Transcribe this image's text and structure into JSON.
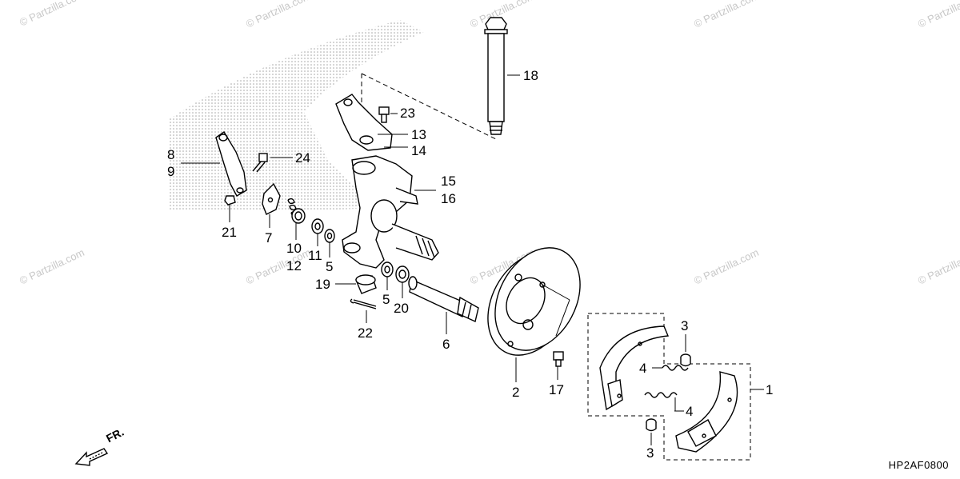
{
  "watermark": "© Partzilla.com",
  "callouts": [
    {
      "id": "1",
      "text": "1"
    },
    {
      "id": "2",
      "text": "2"
    },
    {
      "id": "3a",
      "text": "3"
    },
    {
      "id": "3b",
      "text": "3"
    },
    {
      "id": "4a",
      "text": "4"
    },
    {
      "id": "4b",
      "text": "4"
    },
    {
      "id": "5a",
      "text": "5"
    },
    {
      "id": "5b",
      "text": "5"
    },
    {
      "id": "6",
      "text": "6"
    },
    {
      "id": "7",
      "text": "7"
    },
    {
      "id": "8",
      "text": "8"
    },
    {
      "id": "9",
      "text": "9"
    },
    {
      "id": "10",
      "text": "10"
    },
    {
      "id": "11",
      "text": "11"
    },
    {
      "id": "12",
      "text": "12"
    },
    {
      "id": "13",
      "text": "13"
    },
    {
      "id": "14",
      "text": "14"
    },
    {
      "id": "15",
      "text": "15"
    },
    {
      "id": "16",
      "text": "16"
    },
    {
      "id": "17",
      "text": "17"
    },
    {
      "id": "18",
      "text": "18"
    },
    {
      "id": "19",
      "text": "19"
    },
    {
      "id": "20",
      "text": "20"
    },
    {
      "id": "21",
      "text": "21"
    },
    {
      "id": "22",
      "text": "22"
    },
    {
      "id": "23",
      "text": "23"
    },
    {
      "id": "24",
      "text": "24"
    }
  ],
  "front_indicator": "FR.",
  "diagram_code": "HP2AF0800"
}
